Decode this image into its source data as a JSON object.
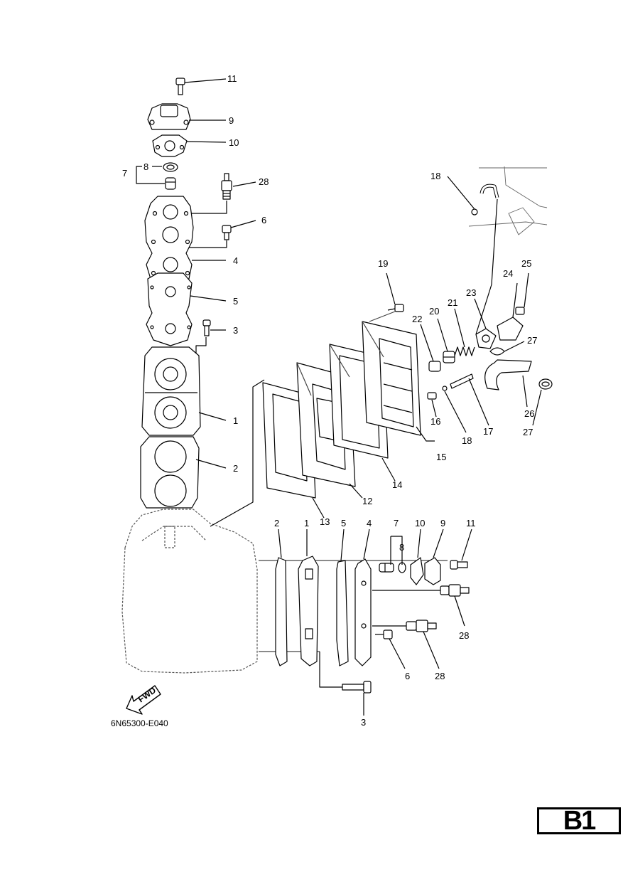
{
  "diagram_code": "6N65300-E040",
  "page_tag": "B1",
  "fwd_label": "FWD",
  "callouts": {
    "c11a": "11",
    "c9a": "9",
    "c10a": "10",
    "c7a": "7",
    "c8a": "8",
    "c28a": "28",
    "c6a": "6",
    "c4a": "4",
    "c5a": "5",
    "c3a": "3",
    "c1a": "1",
    "c2a": "2",
    "c18a": "18",
    "c19": "19",
    "c25": "25",
    "c24": "24",
    "c23": "23",
    "c21": "21",
    "c20": "20",
    "c22": "22",
    "c27a": "27",
    "c26": "26",
    "c27b": "27",
    "c16": "16",
    "c17": "17",
    "c18b": "18",
    "c15": "15",
    "c14": "14",
    "c12": "12",
    "c13": "13",
    "c2b": "2",
    "c1b": "1",
    "c5b": "5",
    "c4b": "4",
    "c7b": "7",
    "c8b": "8",
    "c10b": "10",
    "c9b": "9",
    "c11b": "11",
    "c28b": "28",
    "c6b": "6",
    "c28c": "28",
    "c3b": "3"
  }
}
